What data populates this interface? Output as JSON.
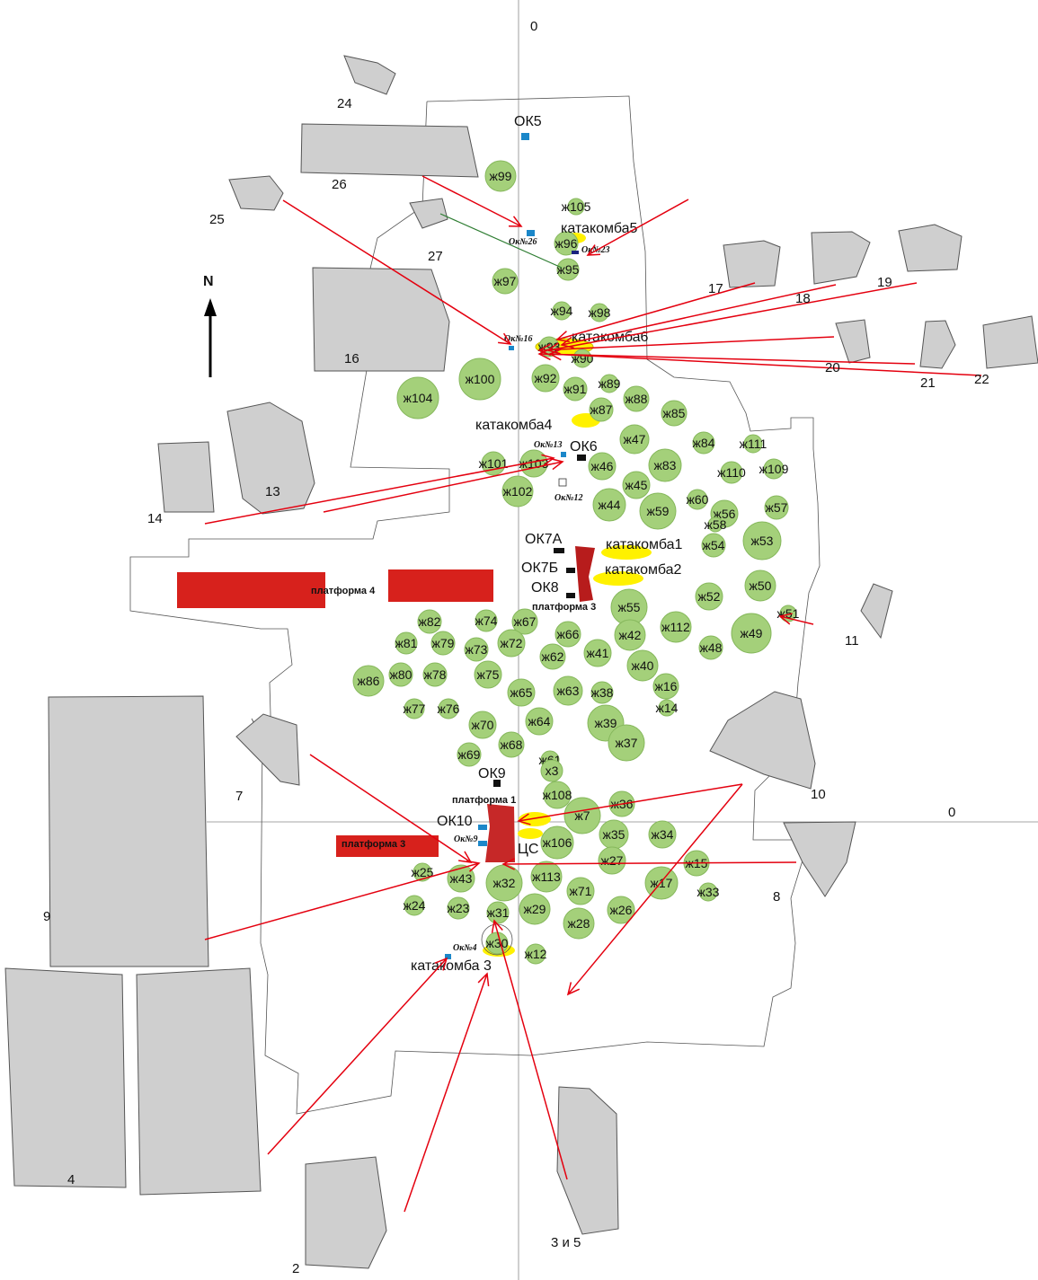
{
  "axis_labels": {
    "top": "0",
    "right": "0"
  },
  "north_label": "N",
  "graves": [
    {
      "label": "ж99",
      "r": 17
    },
    {
      "label": "ж105",
      "r": 9
    },
    {
      "label": "ж96",
      "r": 13
    },
    {
      "label": "ж95",
      "r": 12
    },
    {
      "label": "ж97",
      "r": 14
    },
    {
      "label": "ж94",
      "r": 10
    },
    {
      "label": "ж98",
      "r": 10
    },
    {
      "label": "ж93",
      "r": 11
    },
    {
      "label": "ж90",
      "r": 10
    },
    {
      "label": "ж100",
      "r": 23
    },
    {
      "label": "ж92",
      "r": 15
    },
    {
      "label": "ж91",
      "r": 13
    },
    {
      "label": "ж89",
      "r": 10
    },
    {
      "label": "ж104",
      "r": 23
    },
    {
      "label": "ж88",
      "r": 14
    },
    {
      "label": "ж87",
      "r": 13
    },
    {
      "label": "ж85",
      "r": 14
    },
    {
      "label": "ж47",
      "r": 16
    },
    {
      "label": "ж84",
      "r": 12
    },
    {
      "label": "ж111",
      "r": 10
    },
    {
      "label": "ж101",
      "r": 13
    },
    {
      "label": "ж103",
      "r": 15
    },
    {
      "label": "ж46",
      "r": 15
    },
    {
      "label": "ж83",
      "r": 18
    },
    {
      "label": "ж110",
      "r": 12
    },
    {
      "label": "ж109",
      "r": 11
    },
    {
      "label": "ж102",
      "r": 17
    },
    {
      "label": "ж45",
      "r": 15
    },
    {
      "label": "ж44",
      "r": 18
    },
    {
      "label": "ж59",
      "r": 20
    },
    {
      "label": "ж60",
      "r": 11
    },
    {
      "label": "ж56",
      "r": 15
    },
    {
      "label": "ж57",
      "r": 13
    },
    {
      "label": "ж58",
      "r": 8
    },
    {
      "label": "ж54",
      "r": 13
    },
    {
      "label": "ж53",
      "r": 21
    },
    {
      "label": "ж55",
      "r": 20
    },
    {
      "label": "ж52",
      "r": 15
    },
    {
      "label": "ж50",
      "r": 17
    },
    {
      "label": "ж51",
      "r": 9
    },
    {
      "label": "ж82",
      "r": 13
    },
    {
      "label": "ж74",
      "r": 12
    },
    {
      "label": "ж67",
      "r": 14
    },
    {
      "label": "ж66",
      "r": 14
    },
    {
      "label": "ж42",
      "r": 17
    },
    {
      "label": "ж112",
      "r": 17
    },
    {
      "label": "ж49",
      "r": 22
    },
    {
      "label": "ж81",
      "r": 12
    },
    {
      "label": "ж79",
      "r": 13
    },
    {
      "label": "ж73",
      "r": 13
    },
    {
      "label": "ж72",
      "r": 15
    },
    {
      "label": "ж62",
      "r": 14
    },
    {
      "label": "ж41",
      "r": 15
    },
    {
      "label": "ж48",
      "r": 13
    },
    {
      "label": "ж40",
      "r": 17
    },
    {
      "label": "ж86",
      "r": 17
    },
    {
      "label": "ж80",
      "r": 13
    },
    {
      "label": "ж78",
      "r": 13
    },
    {
      "label": "ж75",
      "r": 15
    },
    {
      "label": "ж16",
      "r": 14
    },
    {
      "label": "ж65",
      "r": 15
    },
    {
      "label": "ж63",
      "r": 16
    },
    {
      "label": "ж38",
      "r": 12
    },
    {
      "label": "ж14",
      "r": 9
    },
    {
      "label": "ж77",
      "r": 11
    },
    {
      "label": "ж76",
      "r": 11
    },
    {
      "label": "ж70",
      "r": 15
    },
    {
      "label": "ж64",
      "r": 15
    },
    {
      "label": "ж39",
      "r": 20
    },
    {
      "label": "ж37",
      "r": 20
    },
    {
      "label": "ж69",
      "r": 13
    },
    {
      "label": "ж68",
      "r": 14
    },
    {
      "label": "ж61",
      "r": 10
    },
    {
      "label": "х3",
      "r": 12
    },
    {
      "label": "ж108",
      "r": 15
    },
    {
      "label": "ж7",
      "r": 20
    },
    {
      "label": "ж36",
      "r": 14
    },
    {
      "label": "ж35",
      "r": 16
    },
    {
      "label": "ж34",
      "r": 15
    },
    {
      "label": "ж106",
      "r": 18
    },
    {
      "label": "ж25",
      "r": 10
    },
    {
      "label": "ж43",
      "r": 15
    },
    {
      "label": "ж32",
      "r": 20
    },
    {
      "label": "ж113",
      "r": 17
    },
    {
      "label": "ж27",
      "r": 15
    },
    {
      "label": "ж15",
      "r": 14
    },
    {
      "label": "ж17",
      "r": 18
    },
    {
      "label": "ж33",
      "r": 10
    },
    {
      "label": "ж71",
      "r": 15
    },
    {
      "label": "ж24",
      "r": 11
    },
    {
      "label": "ж23",
      "r": 12
    },
    {
      "label": "ж31",
      "r": 12
    },
    {
      "label": "ж29",
      "r": 17
    },
    {
      "label": "ж28",
      "r": 17
    },
    {
      "label": "ж26",
      "r": 15
    },
    {
      "label": "ж30",
      "r": 12
    },
    {
      "label": "ж12",
      "r": 11
    }
  ],
  "oks": [
    {
      "label": "ОК5",
      "italic": false
    },
    {
      "label": "ОК6",
      "italic": false
    },
    {
      "label": "ОК7А",
      "italic": false
    },
    {
      "label": "ОК7Б",
      "italic": false
    },
    {
      "label": "ОК8",
      "italic": false
    },
    {
      "label": "ОК9",
      "italic": false
    },
    {
      "label": "ОК10",
      "italic": false
    },
    {
      "label": "Ок№26",
      "italic": true
    },
    {
      "label": "Ок№23",
      "italic": true
    },
    {
      "label": "Ок№16",
      "italic": true
    },
    {
      "label": "Ок№13",
      "italic": true
    },
    {
      "label": "Ок№12",
      "italic": true
    },
    {
      "label": "Ок№9",
      "italic": true
    },
    {
      "label": "Ок№4",
      "italic": true
    }
  ],
  "catacombs": [
    {
      "label": "катакомба5"
    },
    {
      "label": "катакомба6"
    },
    {
      "label": "катакомба4"
    },
    {
      "label": "катакомба1"
    },
    {
      "label": "катакомба2"
    },
    {
      "label": "катакомба 3"
    }
  ],
  "platforms": [
    {
      "label": "платформа 4"
    },
    {
      "label": "платформа 3"
    },
    {
      "label": "платформа 1"
    },
    {
      "label": "платформа 3"
    }
  ],
  "cs_label": "ЦС",
  "fragments": [
    {
      "label": "24"
    },
    {
      "label": "26"
    },
    {
      "label": "25"
    },
    {
      "label": "27"
    },
    {
      "label": "16"
    },
    {
      "label": "17"
    },
    {
      "label": "18"
    },
    {
      "label": "19"
    },
    {
      "label": "20"
    },
    {
      "label": "21"
    },
    {
      "label": "22"
    },
    {
      "label": "13"
    },
    {
      "label": "14"
    },
    {
      "label": "11"
    },
    {
      "label": "7"
    },
    {
      "label": "10"
    },
    {
      "label": "8"
    },
    {
      "label": "9"
    },
    {
      "label": "4"
    },
    {
      "label": "2"
    },
    {
      "label": "3 и 5"
    }
  ],
  "colors": {
    "grave_fill": "#a4d07a",
    "arrow": "#e4000f",
    "platform": "#d7211c",
    "catacomb": "#fff100",
    "ok_blue": "#1b87c9",
    "boundary": "#555555",
    "green_line": "#2e7d32"
  }
}
